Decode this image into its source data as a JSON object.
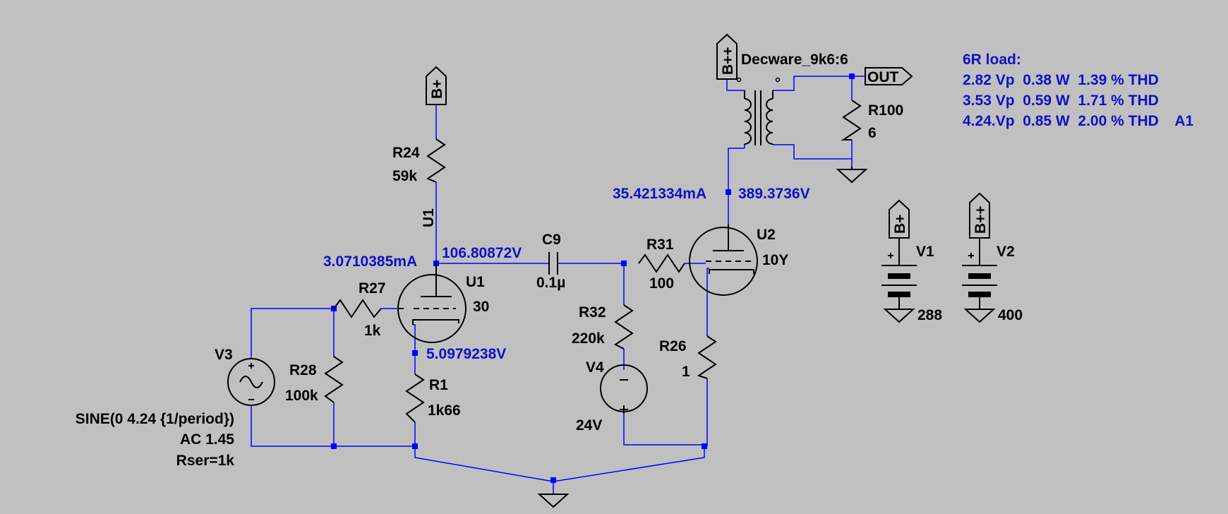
{
  "schematic": {
    "components": {
      "R24": {
        "name": "R24",
        "value": "59k"
      },
      "R27": {
        "name": "R27",
        "value": "1k"
      },
      "R28": {
        "name": "R28",
        "value": "100k"
      },
      "R1": {
        "name": "R1",
        "value": "1k66"
      },
      "R31": {
        "name": "R31",
        "value": "100"
      },
      "R32": {
        "name": "R32",
        "value": "220k"
      },
      "R26": {
        "name": "R26",
        "value": "1"
      },
      "R100": {
        "name": "R100",
        "value": "6"
      },
      "C9": {
        "name": "C9",
        "value": "0.1µ"
      },
      "U1": {
        "name": "U1",
        "value": "30",
        "label": "U1"
      },
      "U2": {
        "name": "U2",
        "value": "10Y"
      },
      "V1": {
        "name": "V1",
        "value": "288"
      },
      "V2": {
        "name": "V2",
        "value": "400"
      },
      "V3": {
        "name": "V3",
        "line1": "SINE(0 4.24 {1/period})",
        "line2": "AC 1.45",
        "line3": "Rser=1k"
      },
      "V4": {
        "name": "V4",
        "value": "24V"
      },
      "T1": {
        "name": "Decware_9k6:6"
      }
    },
    "nets": {
      "bplus": "B+",
      "bplusplus": "B++",
      "out": "OUT"
    },
    "op_point": {
      "u1_current": "3.0710385mA",
      "u1_plate_voltage": "106.80872V",
      "u1_cathode_voltage": "5.0979238V",
      "u2_current": "35.421334mA",
      "u2_plate_voltage": "389.3736V"
    },
    "notes": {
      "title": "6R load:",
      "rows": [
        "2.82 Vp  0.38 W  1.39 % THD",
        "3.53 Vp  0.59 W  1.71 % THD",
        "4.24.Vp  0.85 W  2.00 % THD    A1"
      ]
    }
  },
  "colors": {
    "background": "#c0c0c0",
    "wire": "#0000ff",
    "annotation": "#1010c8",
    "component": "#000000"
  }
}
